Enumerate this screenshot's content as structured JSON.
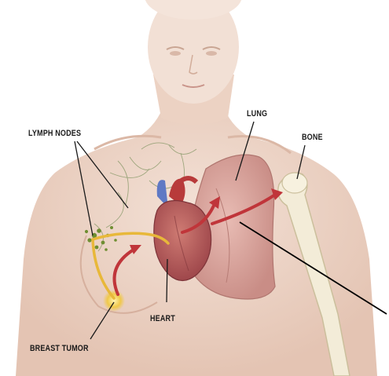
{
  "labels": {
    "lymph_nodes": "LYMPH NODES",
    "lung": "LUNG",
    "bone": "BONE",
    "heart": "HEART",
    "breast_tumor": "BREAST TUMOR"
  },
  "colors": {
    "skin": "#eed6c8",
    "skin_shadow": "#d9b8a8",
    "lung": "#d9a79f",
    "heart": "#b85a5a",
    "vessel_blue": "#5f79c4",
    "vessel_red": "#b83a3a",
    "metastasis_arrow": "#c0353a",
    "lymph_path": "#e8b83a",
    "lymph_nodes": "#7a9a3a",
    "bone": "#f2ecd6",
    "pointer_line": "#000000"
  }
}
